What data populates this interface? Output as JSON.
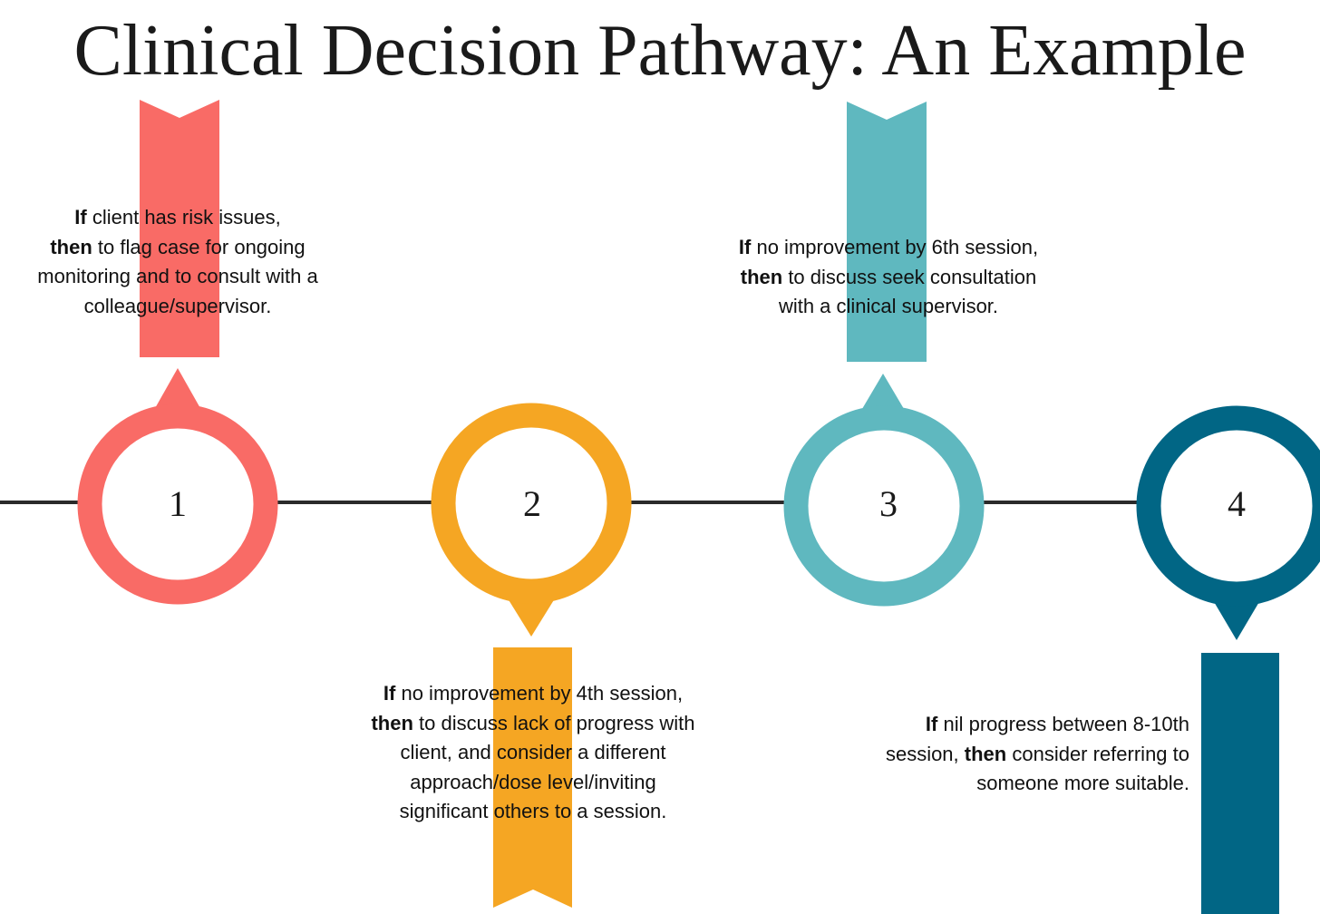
{
  "title": "Clinical Decision Pathway: An Example",
  "colors": {
    "step1": "#f96b66",
    "step2": "#f5a623",
    "step3": "#5fb8bf",
    "step4": "#016685",
    "timeline": "#2a2a2a"
  },
  "steps": [
    {
      "number": "1",
      "lines": [
        {
          "bold": "If",
          "text": " client has risk issues,"
        },
        {
          "bold": "then",
          "text": " to flag case for ongoing"
        },
        {
          "bold": "",
          "text": "monitoring and to consult with a"
        },
        {
          "bold": "",
          "text": "colleague/supervisor."
        }
      ]
    },
    {
      "number": "2",
      "lines": [
        {
          "bold": "If",
          "text": " no improvement by 4th session,"
        },
        {
          "bold": "then",
          "text": " to discuss lack of progress with"
        },
        {
          "bold": "",
          "text": "client, and consider a different"
        },
        {
          "bold": "",
          "text": "approach/dose level/inviting"
        },
        {
          "bold": "",
          "text": "significant others to a session."
        }
      ]
    },
    {
      "number": "3",
      "lines": [
        {
          "bold": "If",
          "text": " no improvement by 6th session,"
        },
        {
          "bold": "then",
          "text": " to discuss seek consultation"
        },
        {
          "bold": "",
          "text": "with a clinical supervisor."
        }
      ]
    },
    {
      "number": "4",
      "lines": [
        {
          "bold": "If",
          "text": " nil progress between 8-10th"
        },
        {
          "pre": "session, ",
          "bold": "then",
          "text": " consider referring to"
        },
        {
          "bold": "",
          "text": "someone more suitable."
        }
      ]
    }
  ]
}
